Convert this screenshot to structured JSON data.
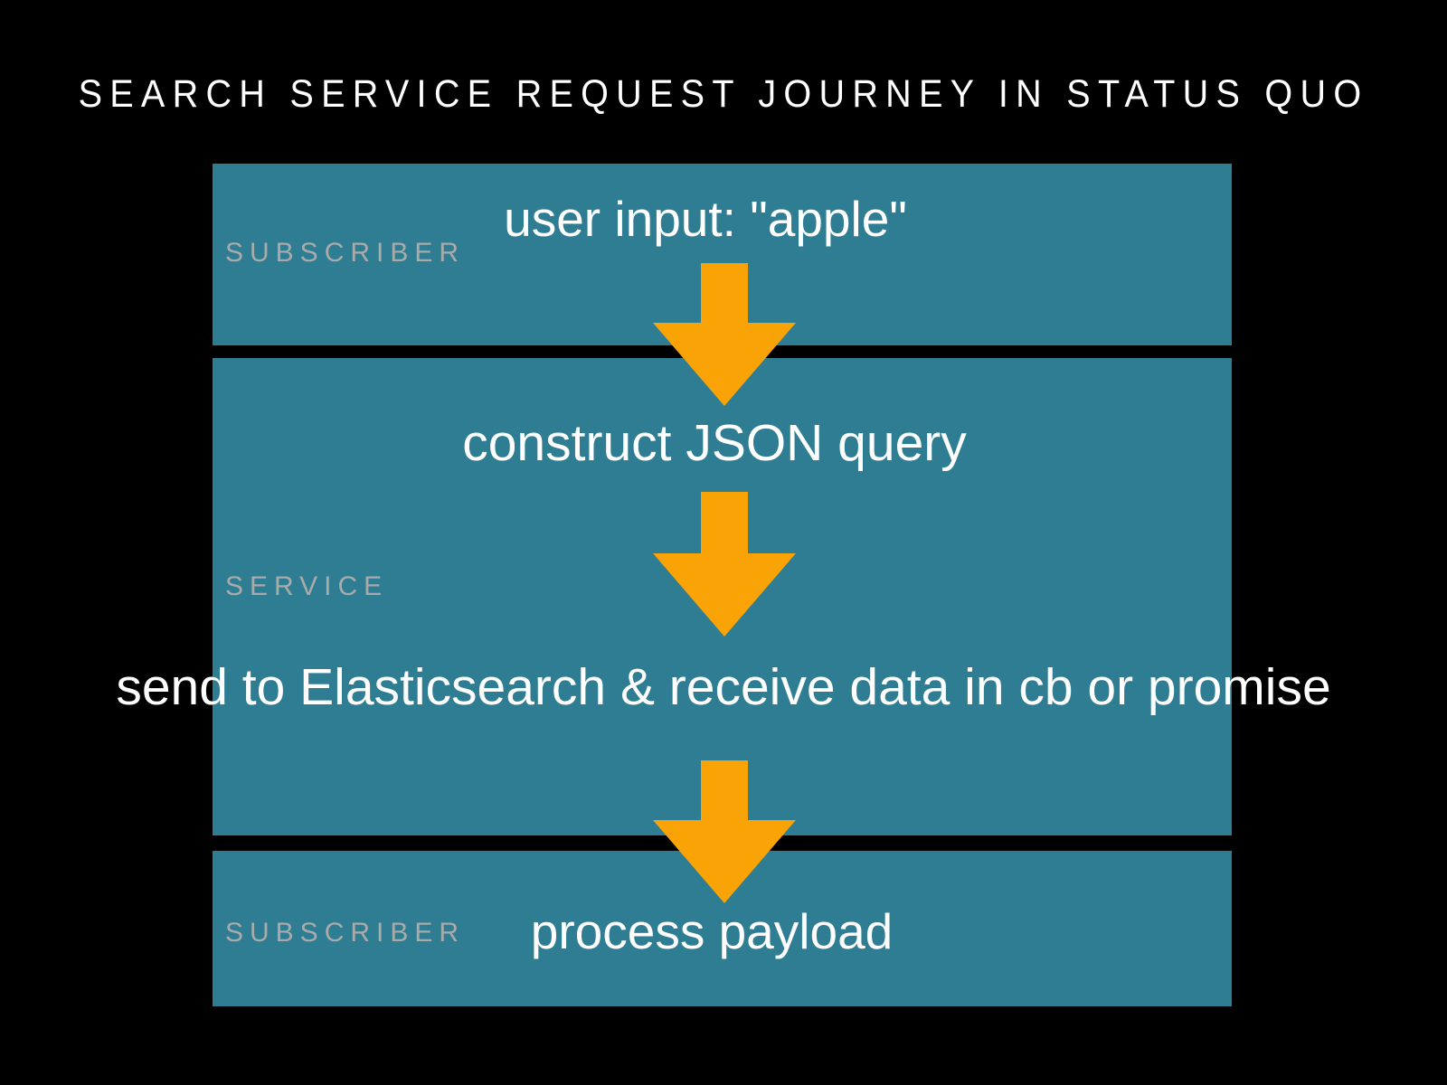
{
  "slide": {
    "title": "SEARCH SERVICE REQUEST JOURNEY IN STATUS QUO",
    "background_color": "#000000"
  },
  "colors": {
    "background": "#000000",
    "lane_fill": "#2E7D92",
    "lane_label_text": "#A9ABAA",
    "step_text": "#FFFFFF",
    "arrow_fill": "#FAA307",
    "title_text": "#FFFFFF"
  },
  "lanes": [
    {
      "id": "subscriber-top",
      "label": "SUBSCRIBER",
      "steps": [
        {
          "id": "user-input",
          "text": "user input:  \"apple\""
        }
      ]
    },
    {
      "id": "service",
      "label": "SERVICE",
      "steps": [
        {
          "id": "construct-json",
          "text": "construct JSON query"
        },
        {
          "id": "send-elasticsearch",
          "text": "send to Elasticsearch & receive data in cb or promise"
        }
      ]
    },
    {
      "id": "subscriber-bottom",
      "label": "SUBSCRIBER",
      "steps": [
        {
          "id": "process-payload",
          "text": "process payload"
        }
      ]
    }
  ],
  "arrows": [
    {
      "id": "arrow-1",
      "direction": "down",
      "from_lane": "subscriber-top",
      "to_lane": "service"
    },
    {
      "id": "arrow-2",
      "direction": "down",
      "from_lane": "service",
      "to_lane": "service"
    },
    {
      "id": "arrow-3",
      "direction": "down",
      "from_lane": "service",
      "to_lane": "subscriber-bottom"
    }
  ]
}
